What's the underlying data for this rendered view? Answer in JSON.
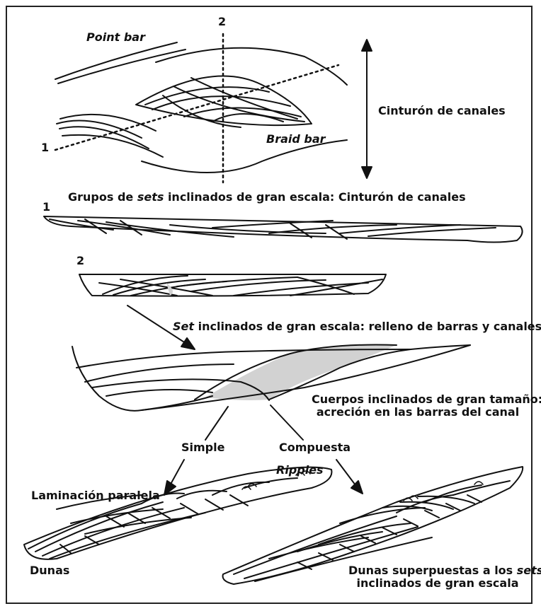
{
  "labels": {
    "point_bar": "Point bar",
    "braid_bar": "Braid bar",
    "axis_1": "1",
    "axis_2": "2",
    "channel_belt": "Cinturón de canales",
    "section1_num": "1",
    "section2_num": "2",
    "groups_title_a": "Grupos de ",
    "groups_title_sets": "sets",
    "groups_title_b": " inclinados de gran escala: Cinturón de canales",
    "set_title_set": "Set",
    "set_title_b": " inclinados de gran escala: relleno de barras y canales",
    "bodies_line1": "Cuerpos inclinados de gran tamaño:",
    "bodies_line2": "acreción en las barras del canal",
    "simple": "Simple",
    "compound": "Compuesta",
    "ripples": "Ripples",
    "parallel_lamination": "Laminación paralela",
    "dunes": "Dunas",
    "dunes_over_line1_a": "Dunas superpuestas a los ",
    "dunes_over_line1_sets": "sets",
    "dunes_over_line2": "inclinados de gran escala"
  },
  "colors": {
    "ink": "#111111",
    "shade": "#d2d2d2",
    "frame": "#222222"
  }
}
